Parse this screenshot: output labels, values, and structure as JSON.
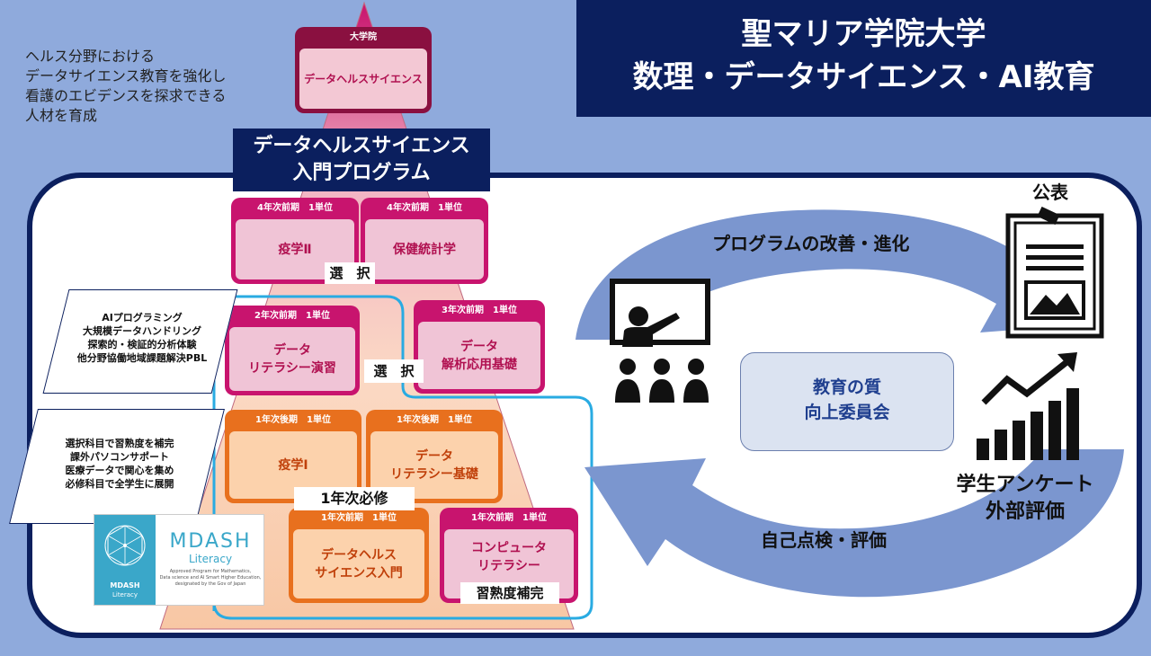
{
  "title": {
    "line1": "聖マリア学院大学",
    "line2": "数理・データサイエンス・AI教育"
  },
  "intro": [
    "ヘルス分野における",
    "データサイエンス教育を強化し",
    "看護のエビデンスを探求できる",
    "人材を育成"
  ],
  "graduate": {
    "label": "大学院",
    "name": "データヘルスサイエンス"
  },
  "program": {
    "line1": "データヘルスサイエンス",
    "line2": "入門プログラム"
  },
  "courses": [
    {
      "term": "4年次前期　1単位",
      "name": "疫学Ⅱ"
    },
    {
      "term": "4年次前期　1単位",
      "name": "保健統計学"
    },
    {
      "term": "2年次前期　1単位",
      "name": "データ\nリテラシー演習"
    },
    {
      "term": "3年次前期　1単位",
      "name": "データ\n解析応用基礎"
    },
    {
      "term": "1年次後期　1単位",
      "name": "疫学Ⅰ"
    },
    {
      "term": "1年次後期　1単位",
      "name": "データ\nリテラシー基礎"
    },
    {
      "term": "1年次前期　1単位",
      "name": "データヘルス\nサイエンス入門"
    },
    {
      "term": "1年次前期　1単位",
      "name": "コンピュータ\nリテラシー"
    }
  ],
  "labels": {
    "elective1": "選　択",
    "elective2": "選　択",
    "required": "1年次必修",
    "remedial": "習熟度補完"
  },
  "notes_top": [
    "AIプログラミング",
    "大規模データハンドリング",
    "探索的・検証的分析体験",
    "他分野協働地域課題解決PBL"
  ],
  "notes_bottom": [
    "選択科目で習熟度を補完",
    "課外パソコンサポート",
    "医療データで関心を集め",
    "必修科目で全学生に展開"
  ],
  "mdash": {
    "left_title": "MDASH",
    "left_sub": "Literacy",
    "title": "MDASH",
    "sub": "Literacy",
    "desc": [
      "Approved Program for Mathematics,",
      "Data science and AI Smart Higher Education,",
      "designated by the Gov of Japan"
    ]
  },
  "cycle": {
    "top": "プログラムの改善・進化",
    "bottom": "自己点検・評価",
    "center1": "教育の質",
    "center2": "向上委員会",
    "publish": "公表",
    "survey1": "学生アンケート",
    "survey2": "外部評価"
  },
  "colors": {
    "navy": "#0b1f5e",
    "background": "#8faadc",
    "arrow": "#7b96cf",
    "pink": "#c8146e",
    "orange": "#e8701e",
    "cyan": "#29abe2"
  }
}
